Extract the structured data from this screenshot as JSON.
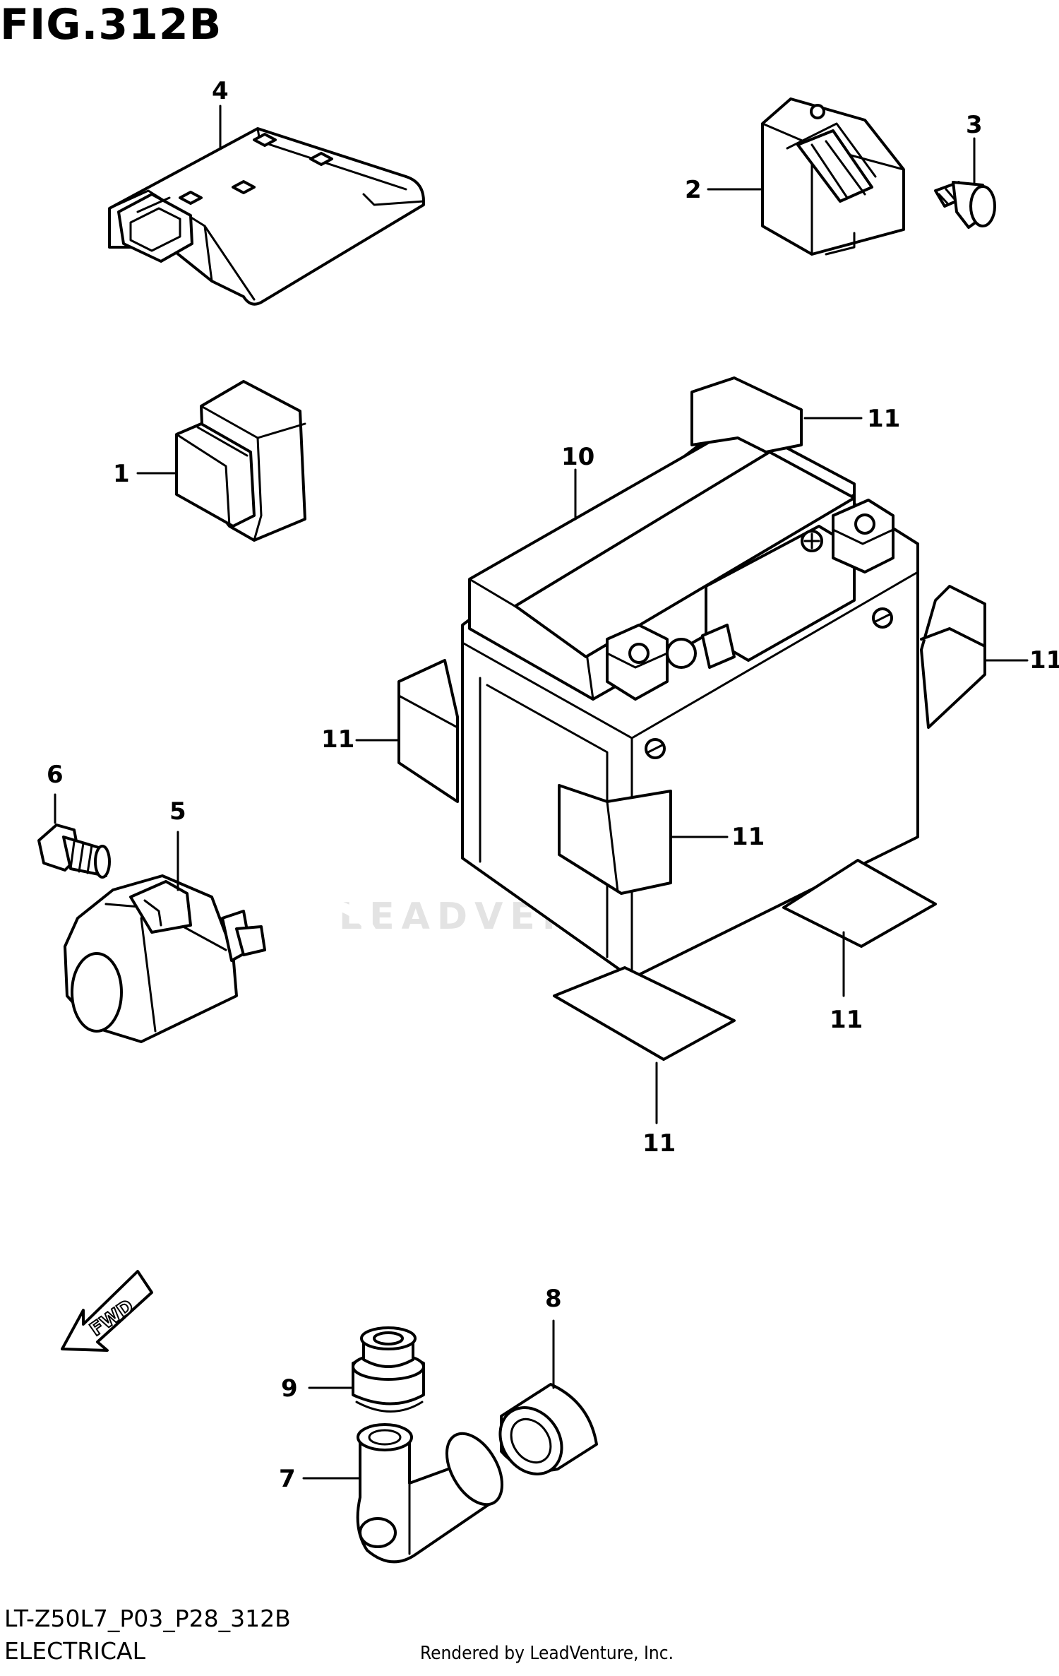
{
  "figure": {
    "title": "FIG.312B",
    "code": "LT-Z50L7_P03_P28_312B",
    "section": "ELECTRICAL",
    "rendered_by": "Rendered by LeadVenture, Inc.",
    "watermark": "LEADVENTURE"
  },
  "callouts": [
    {
      "id": "c1",
      "label": "1"
    },
    {
      "id": "c2",
      "label": "2"
    },
    {
      "id": "c3",
      "label": "3"
    },
    {
      "id": "c4",
      "label": "4"
    },
    {
      "id": "c5",
      "label": "5"
    },
    {
      "id": "c6",
      "label": "6"
    },
    {
      "id": "c7",
      "label": "7"
    },
    {
      "id": "c8",
      "label": "8"
    },
    {
      "id": "c9",
      "label": "9"
    },
    {
      "id": "c10",
      "label": "10"
    },
    {
      "id": "c11a",
      "label": "11"
    },
    {
      "id": "c11b",
      "label": "11"
    },
    {
      "id": "c11c",
      "label": "11"
    },
    {
      "id": "c11d",
      "label": "11"
    },
    {
      "id": "c11e",
      "label": "11"
    },
    {
      "id": "c11f",
      "label": "11"
    }
  ],
  "fwd_label": "FWD"
}
